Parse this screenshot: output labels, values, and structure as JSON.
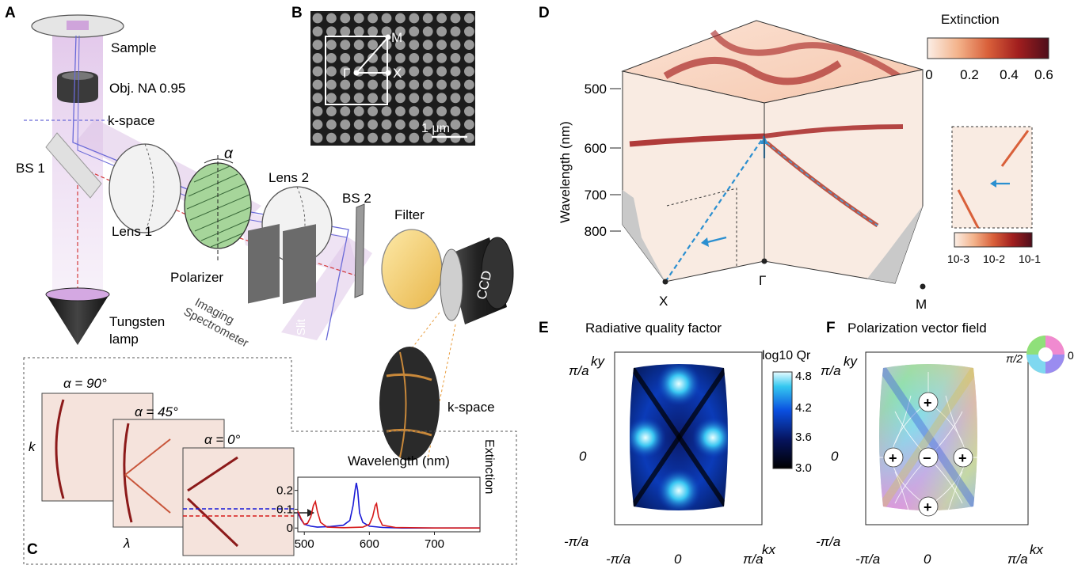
{
  "panels": {
    "A": {
      "letter": "A",
      "labels": {
        "sample": "Sample",
        "objective": "Obj.  NA 0.95",
        "kspace": "k-space",
        "bs1": "BS 1",
        "lens1": "Lens 1",
        "alpha": "α",
        "polarizer": "Polarizer",
        "lens2": "Lens 2",
        "bs2": "BS 2",
        "filter": "Filter",
        "ccd": "CCD",
        "spectrometer": "Imaging\nSpectrometer",
        "slit": "Slit",
        "tungsten": "Tungsten\nlamp",
        "kspace_image": "k-space"
      }
    },
    "B": {
      "letter": "B",
      "labels": {
        "M": "M",
        "Gamma": "Γ",
        "X": "X",
        "scalebar": "1 μm"
      }
    },
    "C": {
      "letter": "C",
      "angle_labels": [
        "α = 90°",
        "α = 45°",
        "α = 0°"
      ],
      "k_label": "k",
      "lambda_label": "λ",
      "spectrum_title": "Wavelength (nm)",
      "spectrum_ylabel": "Extinction"
    },
    "D": {
      "letter": "D",
      "ylabel": "Wavelength (nm)",
      "yticks": [
        "500",
        "600",
        "700",
        "800"
      ],
      "corner_labels": [
        "X",
        "Γ",
        "M"
      ],
      "colorbar_title": "Extinction",
      "colorbar_ticks": [
        "0",
        "0.2",
        "0.4",
        "0.6"
      ],
      "inset_ticks": [
        "10-3",
        "10-2",
        "10-1"
      ]
    },
    "E": {
      "letter": "E",
      "title": "Radiative quality factor",
      "ky": "ky",
      "kx": "kx",
      "yticks": [
        "π/a",
        "0",
        "-π/a"
      ],
      "xticks": [
        "-π/a",
        "0",
        "π/a"
      ],
      "colorbar_title": "log10 Qr",
      "colorbar_ticks": [
        "4.8",
        "4.2",
        "3.6",
        "3.0"
      ]
    },
    "F": {
      "letter": "F",
      "title": "Polarization vector field",
      "ky": "ky",
      "kx": "kx",
      "yticks": [
        "π/a",
        "0",
        "-π/a"
      ],
      "xticks": [
        "-π/a",
        "0",
        "π/a"
      ],
      "wheel_labels": [
        "π/2",
        "0"
      ],
      "charges": [
        "+",
        "+",
        "−",
        "+",
        "+"
      ]
    }
  },
  "chart_data": {
    "type": "line",
    "x_range": [
      490,
      770
    ],
    "ylim": [
      -0.02,
      0.27
    ],
    "xticks": [
      500,
      600,
      700
    ],
    "yticks": [
      0,
      0.1,
      0.2
    ],
    "xlabel": "Wavelength (nm)",
    "ylabel": "Extinction",
    "series": [
      {
        "color": "#1a1ad6",
        "x": [
          490,
          495,
          500,
          510,
          520,
          540,
          560,
          570,
          575,
          578,
          580,
          582,
          585,
          590,
          600,
          620,
          650,
          700,
          770
        ],
        "values": [
          0.08,
          0.045,
          0.02,
          0.01,
          0.005,
          0.008,
          0.015,
          0.04,
          0.12,
          0.2,
          0.24,
          0.2,
          0.08,
          0.03,
          0.01,
          0.003,
          0.0,
          0.0,
          0.0
        ]
      },
      {
        "color": "#d61a1a",
        "x": [
          490,
          495,
          500,
          505,
          510,
          514,
          517,
          520,
          525,
          535,
          560,
          590,
          600,
          605,
          609,
          611,
          614,
          620,
          640,
          700,
          770
        ],
        "values": [
          0.09,
          0.05,
          0.02,
          0.025,
          0.06,
          0.12,
          0.14,
          0.09,
          0.03,
          0.005,
          0.002,
          0.005,
          0.02,
          0.06,
          0.12,
          0.13,
          0.06,
          0.015,
          0.003,
          0.0,
          0.0
        ]
      }
    ]
  }
}
